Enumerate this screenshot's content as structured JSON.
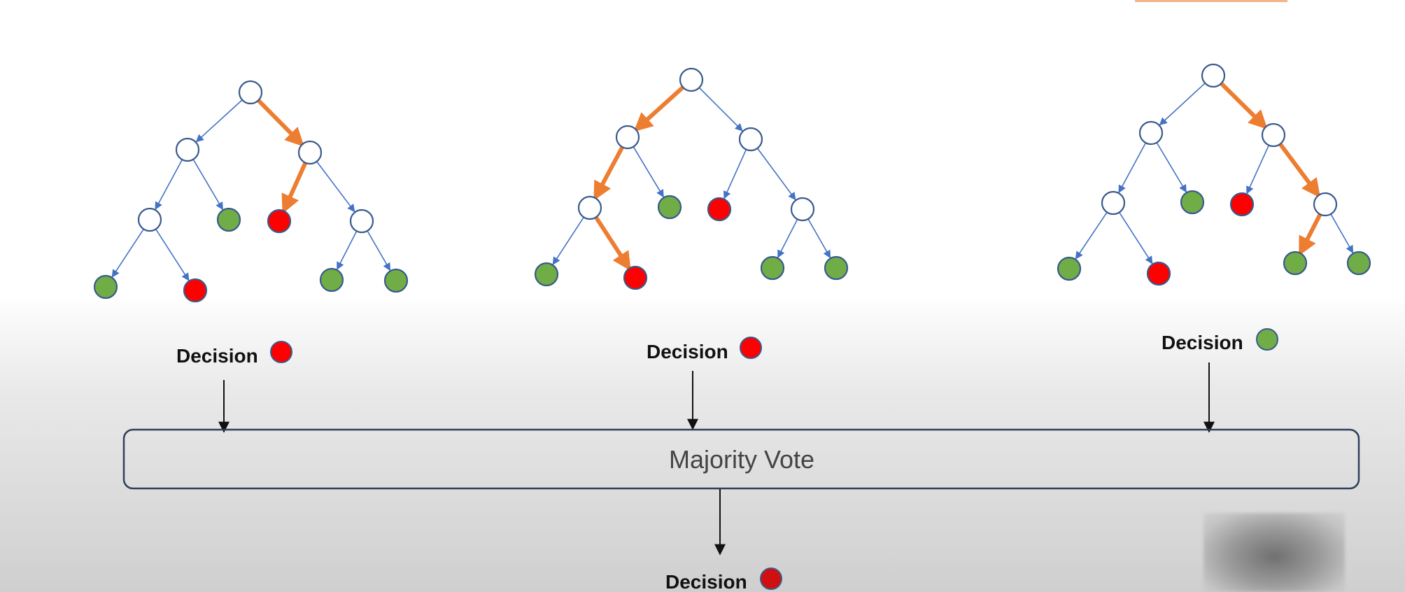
{
  "colors": {
    "thin_edge": "#4472c4",
    "path_edge": "#ed7d31",
    "node_stroke": "#3a5a8c",
    "internal_fill": "#ffffff",
    "leaf_green": "#70ad47",
    "leaf_red": "#ff0000",
    "final_red": "#d01010",
    "flow": "#111111",
    "vote_box_stroke": "#2f3f5c"
  },
  "decisions": [
    {
      "label": "Decision",
      "color": "red"
    },
    {
      "label": "Decision",
      "color": "red"
    },
    {
      "label": "Decision",
      "color": "green"
    }
  ],
  "majority_vote": {
    "label": "Majority Vote"
  },
  "final_decision": {
    "label": "Decision",
    "color": "red"
  },
  "trees": [
    {
      "nodes": [
        {
          "id": "r",
          "type": "internal"
        },
        {
          "id": "a",
          "type": "internal"
        },
        {
          "id": "b",
          "type": "internal"
        },
        {
          "id": "c",
          "type": "internal"
        },
        {
          "id": "d",
          "type": "green"
        },
        {
          "id": "e",
          "type": "red"
        },
        {
          "id": "f",
          "type": "internal"
        },
        {
          "id": "g",
          "type": "green"
        },
        {
          "id": "h",
          "type": "red"
        },
        {
          "id": "i",
          "type": "green"
        },
        {
          "id": "j",
          "type": "green"
        }
      ],
      "edges": [
        [
          "r",
          "a"
        ],
        [
          "r",
          "b"
        ],
        [
          "a",
          "c"
        ],
        [
          "a",
          "d"
        ],
        [
          "b",
          "e"
        ],
        [
          "b",
          "f"
        ],
        [
          "c",
          "g"
        ],
        [
          "c",
          "h"
        ],
        [
          "f",
          "i"
        ],
        [
          "f",
          "j"
        ]
      ],
      "path": [
        [
          "r",
          "b"
        ],
        [
          "b",
          "e"
        ]
      ]
    },
    {
      "nodes": [
        {
          "id": "r",
          "type": "internal"
        },
        {
          "id": "a",
          "type": "internal"
        },
        {
          "id": "b",
          "type": "internal"
        },
        {
          "id": "c",
          "type": "internal"
        },
        {
          "id": "d",
          "type": "green"
        },
        {
          "id": "e",
          "type": "red"
        },
        {
          "id": "f",
          "type": "internal"
        },
        {
          "id": "g",
          "type": "green"
        },
        {
          "id": "h",
          "type": "red"
        },
        {
          "id": "i",
          "type": "green"
        },
        {
          "id": "j",
          "type": "green"
        }
      ],
      "edges": [
        [
          "r",
          "a"
        ],
        [
          "r",
          "b"
        ],
        [
          "a",
          "c"
        ],
        [
          "a",
          "d"
        ],
        [
          "b",
          "e"
        ],
        [
          "b",
          "f"
        ],
        [
          "c",
          "g"
        ],
        [
          "c",
          "h"
        ],
        [
          "f",
          "i"
        ],
        [
          "f",
          "j"
        ]
      ],
      "path": [
        [
          "r",
          "a"
        ],
        [
          "a",
          "c"
        ],
        [
          "c",
          "h"
        ]
      ]
    },
    {
      "nodes": [
        {
          "id": "r",
          "type": "internal"
        },
        {
          "id": "a",
          "type": "internal"
        },
        {
          "id": "b",
          "type": "internal"
        },
        {
          "id": "c",
          "type": "internal"
        },
        {
          "id": "d",
          "type": "green"
        },
        {
          "id": "e",
          "type": "red"
        },
        {
          "id": "f",
          "type": "internal"
        },
        {
          "id": "g",
          "type": "green"
        },
        {
          "id": "h",
          "type": "red"
        },
        {
          "id": "i",
          "type": "green"
        },
        {
          "id": "j",
          "type": "green"
        }
      ],
      "edges": [
        [
          "r",
          "a"
        ],
        [
          "r",
          "b"
        ],
        [
          "a",
          "c"
        ],
        [
          "a",
          "d"
        ],
        [
          "b",
          "e"
        ],
        [
          "b",
          "f"
        ],
        [
          "c",
          "g"
        ],
        [
          "c",
          "h"
        ],
        [
          "f",
          "i"
        ],
        [
          "f",
          "j"
        ]
      ],
      "path": [
        [
          "r",
          "b"
        ],
        [
          "b",
          "f"
        ],
        [
          "f",
          "i"
        ]
      ]
    }
  ]
}
